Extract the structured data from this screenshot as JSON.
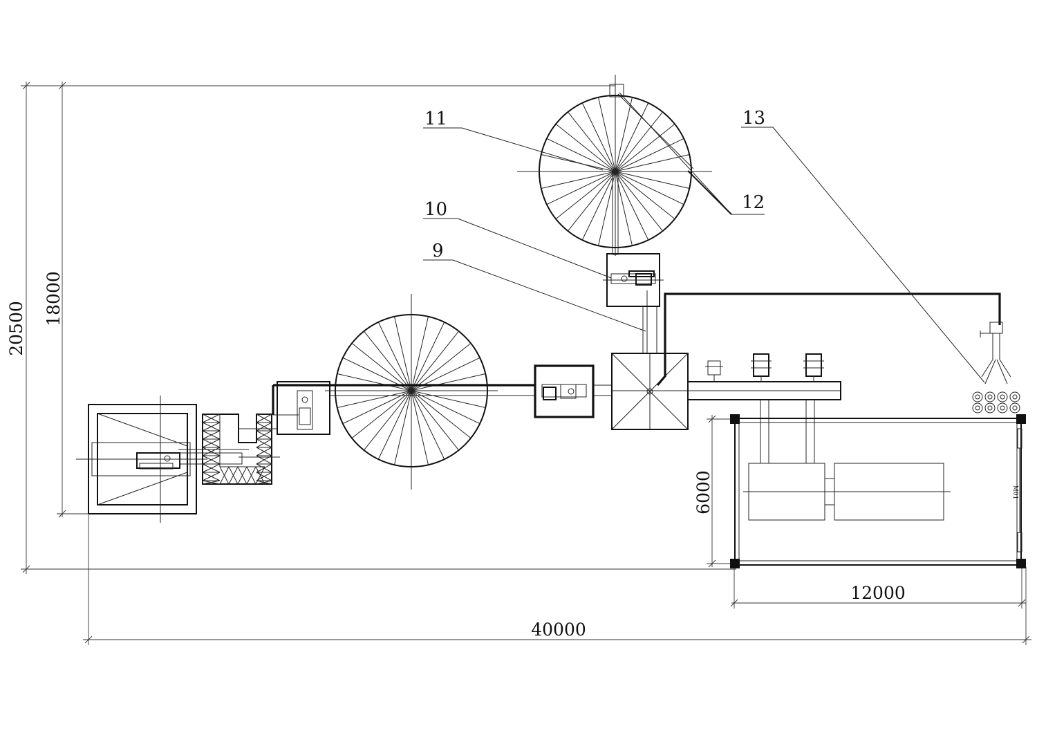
{
  "labels": {
    "l9": "9",
    "l10": "10",
    "l11": "11",
    "l12": "12",
    "l13": "13"
  },
  "dimensions": {
    "overall_height": "20500",
    "inner_height": "18000",
    "room_height": "6000",
    "room_width": "12000",
    "overall_width": "40000"
  },
  "room_tag": "M01",
  "line_color": "#111111"
}
